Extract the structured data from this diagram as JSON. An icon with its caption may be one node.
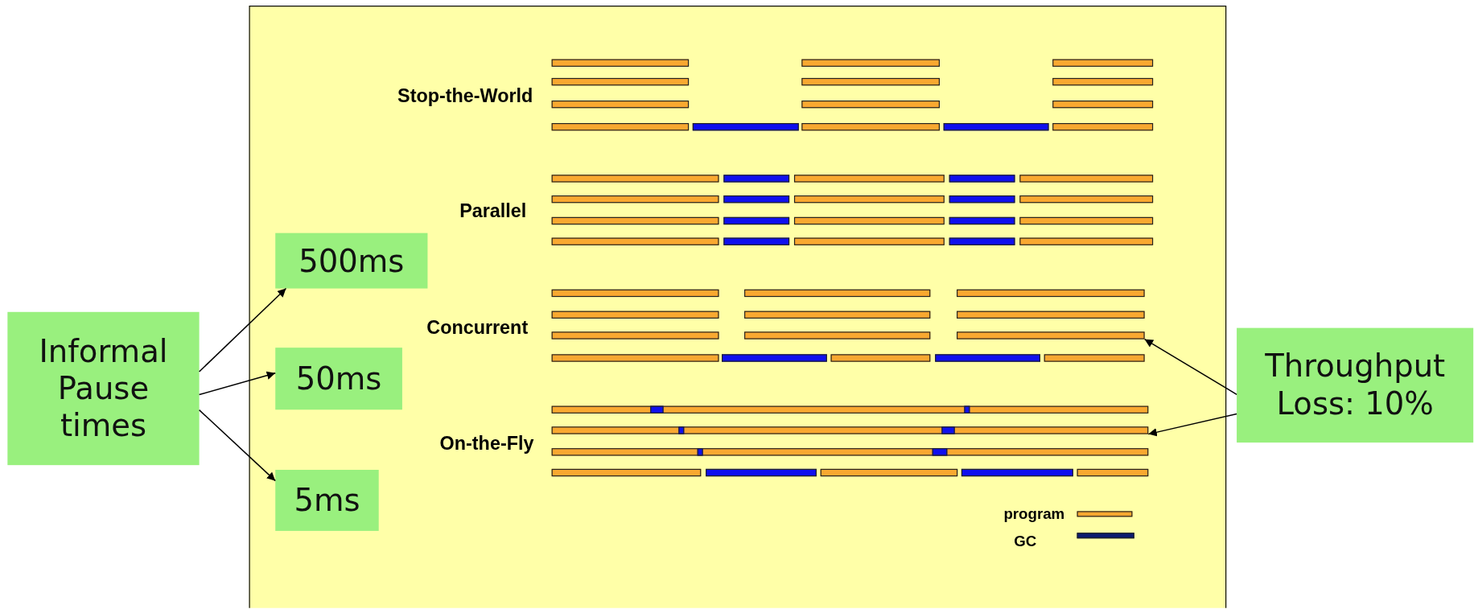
{
  "diagram": {
    "nodes": [
      {
        "text": [
          "Informal Pause times"
        ]
      },
      {
        "text": [
          "500ms"
        ]
      },
      {
        "text": [
          "50ms"
        ]
      },
      {
        "text": [
          "5ms"
        ]
      },
      {
        "text": [
          "Throughput Loss: 10%"
        ]
      },
      {
        "text": [],
        "shape": "bar"
      },
      {
        "text": [],
        "shape": "bar"
      }
    ],
    "edges": [
      {
        "from": 0,
        "to": 1,
        "arrow": "to"
      },
      {
        "from": 0,
        "to": 2,
        "arrow": "to"
      },
      {
        "from": 0,
        "to": 3,
        "arrow": "to"
      },
      {
        "from": 4,
        "to": 5,
        "arrow": "to"
      },
      {
        "from": 4,
        "to": 6,
        "arrow": "to"
      }
    ],
    "labels": [
      "Stop-the-World",
      "Parallel",
      "Concurrent",
      "On-the-Fly"
    ],
    "legend": [
      {
        "text": "program",
        "color": "#f9a830"
      },
      {
        "text": "GC",
        "color": "#0c1a70"
      }
    ]
  }
}
